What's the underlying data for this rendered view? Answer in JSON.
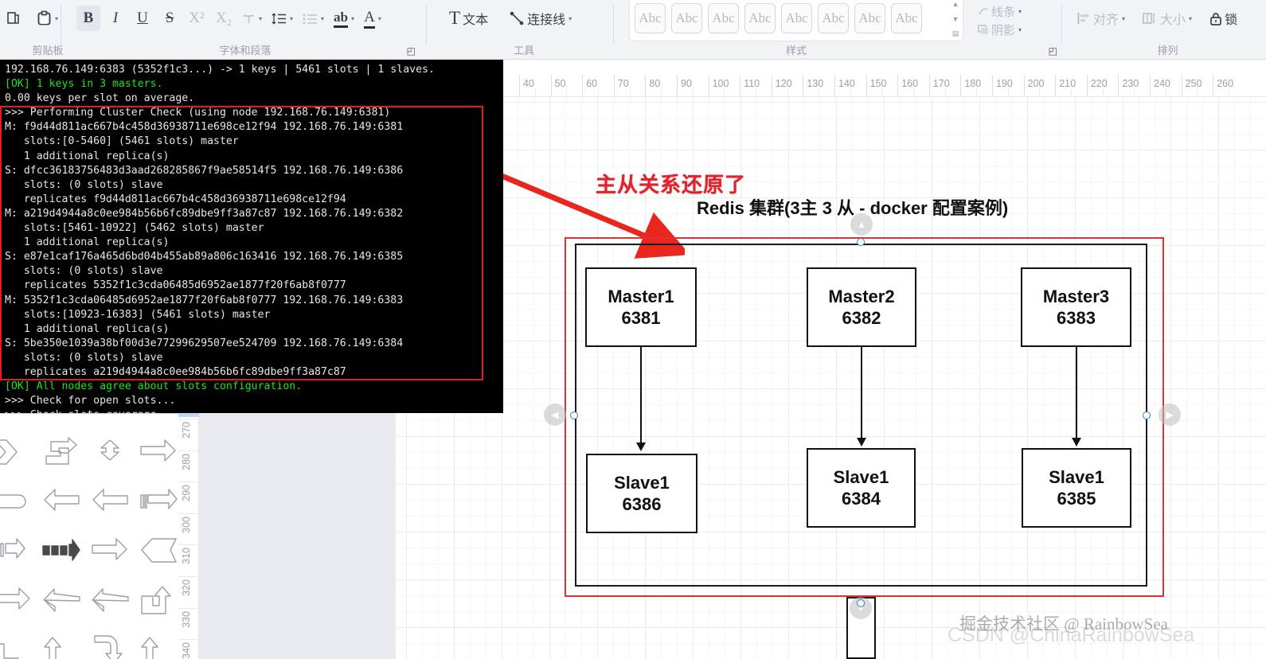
{
  "app": {
    "type": "diagram-editor",
    "ribbon": {
      "groups": [
        {
          "label": "剪贴板"
        },
        {
          "label": "字体和段落"
        },
        {
          "label": "工具"
        },
        {
          "label": "样式"
        },
        {
          "label": "排列"
        }
      ],
      "clipboard": {
        "paste_icon": "clipboard-icon",
        "paste_caret": "▾"
      },
      "font_paragraph": {
        "bold": "B",
        "italic": "I",
        "underline": "U",
        "strikethrough": "S",
        "superscript": "X²",
        "subscript": "X₂",
        "text_effects": "T",
        "line_spacing": "line-spacing-icon",
        "bullets": "bullets-icon",
        "highlight": "ab",
        "font_color": "A"
      },
      "tools": {
        "text_label": "文本",
        "connector_label": "连接线"
      },
      "styles": {
        "swatch_label": "Abc",
        "swatch_count": 8
      },
      "arrange": {
        "line_label": "线条",
        "shadow_label": "阴影",
        "align_label": "对齐",
        "size_label": "大小",
        "lock_label": "锁"
      }
    },
    "rulers": {
      "horizontal": [
        40,
        50,
        60,
        70,
        80,
        90,
        100,
        110,
        120,
        130,
        140,
        150,
        160,
        170,
        180,
        190,
        200,
        210,
        220,
        230,
        240,
        250,
        260
      ],
      "vertical": [
        270,
        280,
        290,
        300,
        310,
        320,
        330,
        340
      ]
    }
  },
  "terminal": {
    "lines": [
      {
        "t": "192.168.76.149:6383 (5352f1c3...) -> 1 keys | 5461 slots | 1 slaves."
      },
      {
        "t": "[OK] 1 keys in 3 masters.",
        "c": "green"
      },
      {
        "t": "0.00 keys per slot on average."
      },
      {
        "t": ">>> Performing Cluster Check (using node 192.168.76.149:6381)"
      },
      {
        "t": "M: f9d44d811ac667b4c458d36938711e698ce12f94 192.168.76.149:6381"
      },
      {
        "t": "   slots:[0-5460] (5461 slots) master"
      },
      {
        "t": "   1 additional replica(s)"
      },
      {
        "t": "S: dfcc36183756483d3aad268285867f9ae58514f5 192.168.76.149:6386"
      },
      {
        "t": "   slots: (0 slots) slave"
      },
      {
        "t": "   replicates f9d44d811ac667b4c458d36938711e698ce12f94"
      },
      {
        "t": "M: a219d4944a8c0ee984b56b6fc89dbe9ff3a87c87 192.168.76.149:6382"
      },
      {
        "t": "   slots:[5461-10922] (5462 slots) master"
      },
      {
        "t": "   1 additional replica(s)"
      },
      {
        "t": "S: e87e1caf176a465d6bd04b455ab89a806c163416 192.168.76.149:6385"
      },
      {
        "t": "   slots: (0 slots) slave"
      },
      {
        "t": "   replicates 5352f1c3cda06485d6952ae1877f20f6ab8f0777"
      },
      {
        "t": "M: 5352f1c3cda06485d6952ae1877f20f6ab8f0777 192.168.76.149:6383"
      },
      {
        "t": "   slots:[10923-16383] (5461 slots) master"
      },
      {
        "t": "   1 additional replica(s)"
      },
      {
        "t": "S: 5be350e1039a38bf00d3e77299629507ee524709 192.168.76.149:6384"
      },
      {
        "t": "   slots: (0 slots) slave"
      },
      {
        "t": "   replicates a219d4944a8c0ee984b56b6fc89dbe9ff3a87c87"
      },
      {
        "t": "[OK] All nodes agree about slots configuration.",
        "c": "green"
      },
      {
        "t": ">>> Check for open slots..."
      },
      {
        "t": ">>> Check slots coverage..."
      }
    ]
  },
  "diagram": {
    "annotation": "主从关系还原了",
    "annotation_color": "#e0232c",
    "title": "Redis 集群(3主 3 从 - docker 配置案例)",
    "selection_color": "#e03030",
    "nodes": [
      {
        "name": "Master1",
        "port": "6381"
      },
      {
        "name": "Master2",
        "port": "6382"
      },
      {
        "name": "Master3",
        "port": "6383"
      },
      {
        "name": "Slave1",
        "port": "6386"
      },
      {
        "name": "Slave1",
        "port": "6384"
      },
      {
        "name": "Slave1",
        "port": "6385"
      }
    ],
    "links": [
      {
        "from": "Master1 6381",
        "to": "Slave1 6386"
      },
      {
        "from": "Master2 6382",
        "to": "Slave1 6384"
      },
      {
        "from": "Master3 6383",
        "to": "Slave1 6385"
      }
    ],
    "nav": {
      "left": "◀",
      "right": "▶",
      "up": "▲",
      "down": "▼"
    }
  },
  "watermark": {
    "front": "掘金技术社区 @ RainbowSea",
    "back": "CSDN @ChinaRainbowSea"
  }
}
